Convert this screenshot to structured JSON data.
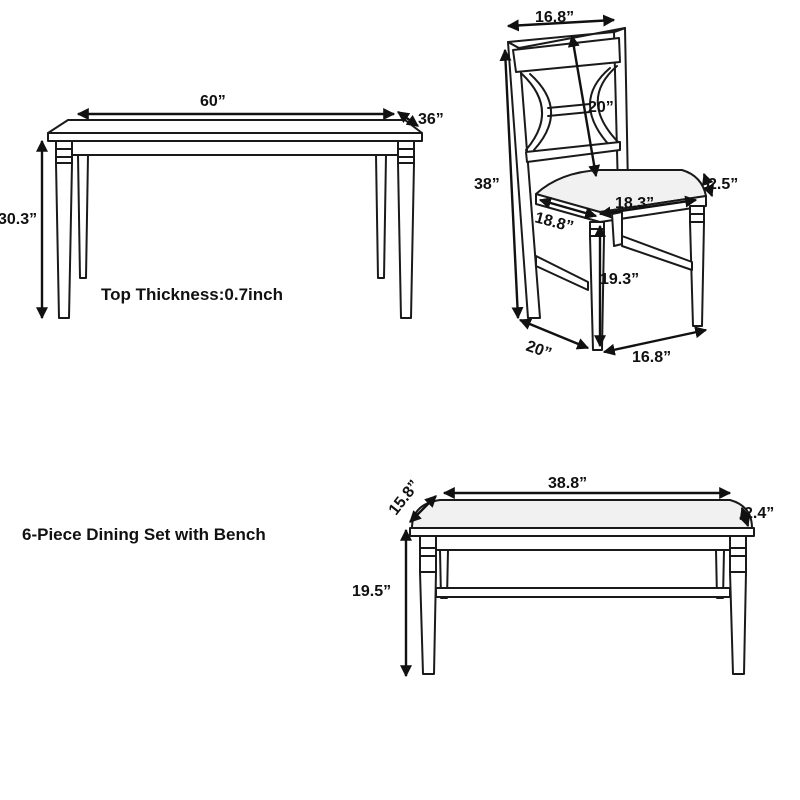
{
  "table": {
    "length": "60”",
    "depth": "36”",
    "height": "30.3”",
    "note": "Top Thickness:0.7inch"
  },
  "chair": {
    "top_width": "16.8”",
    "back_height": "20”",
    "total_height": "38”",
    "seat_front_width": "18.3”",
    "seat_thickness": "2.5”",
    "seat_depth": "18.8”",
    "seat_height": "19.3”",
    "base_depth": "20”",
    "base_width": "16.8”"
  },
  "bench": {
    "length": "38.8”",
    "depth": "15.8”",
    "seat_thickness": "2.4”",
    "height": "19.5”"
  },
  "caption": "6-Piece Dining Set with Bench"
}
